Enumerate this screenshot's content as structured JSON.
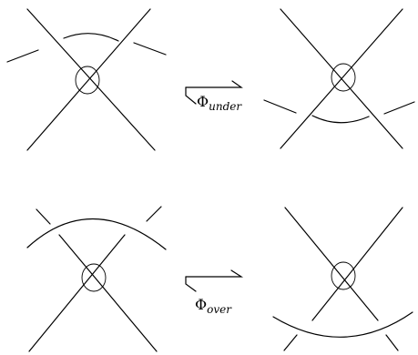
{
  "moves": {
    "under": {
      "symbol": "Φ",
      "subscript": "under"
    },
    "over": {
      "symbol": "Φ",
      "subscript": "over"
    }
  }
}
